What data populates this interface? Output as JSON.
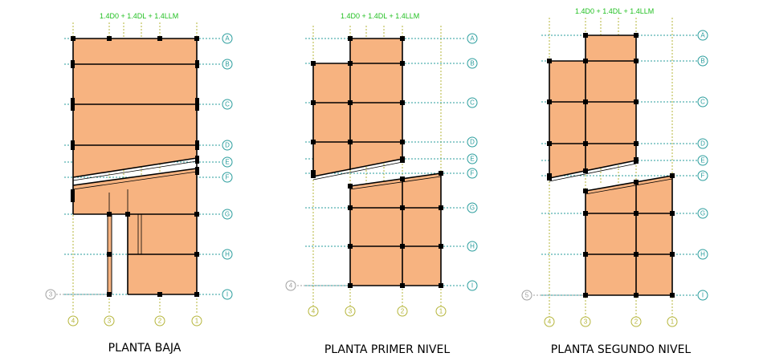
{
  "load_combo": "1.4D0 + 1.4DL + 1.4LLM",
  "colors": {
    "slab": "#f7b380",
    "row_axis": "#2a9d9d",
    "col_axis": "#b5b53a",
    "combo_text": "#22c022",
    "aux_axis": "#a0a0a0"
  },
  "plans": [
    {
      "title": "PLANTA BAJA",
      "row_labels": [
        "A",
        "B",
        "C",
        "D",
        "E",
        "F",
        "G",
        "H",
        "I"
      ],
      "col_labels": [
        "4",
        "3",
        "2",
        "1"
      ],
      "aux_label": "3"
    },
    {
      "title": "PLANTA PRIMER NIVEL",
      "row_labels": [
        "A",
        "B",
        "C",
        "D",
        "E",
        "F",
        "G",
        "H",
        "I"
      ],
      "col_labels": [
        "4",
        "3",
        "2",
        "1"
      ],
      "aux_label": "4"
    },
    {
      "title": "PLANTA SEGUNDO NIVEL",
      "row_labels": [
        "A",
        "B",
        "C",
        "D",
        "E",
        "F",
        "G",
        "H",
        "I"
      ],
      "col_labels": [
        "4",
        "3",
        "2",
        "1"
      ],
      "aux_label": "5"
    }
  ]
}
